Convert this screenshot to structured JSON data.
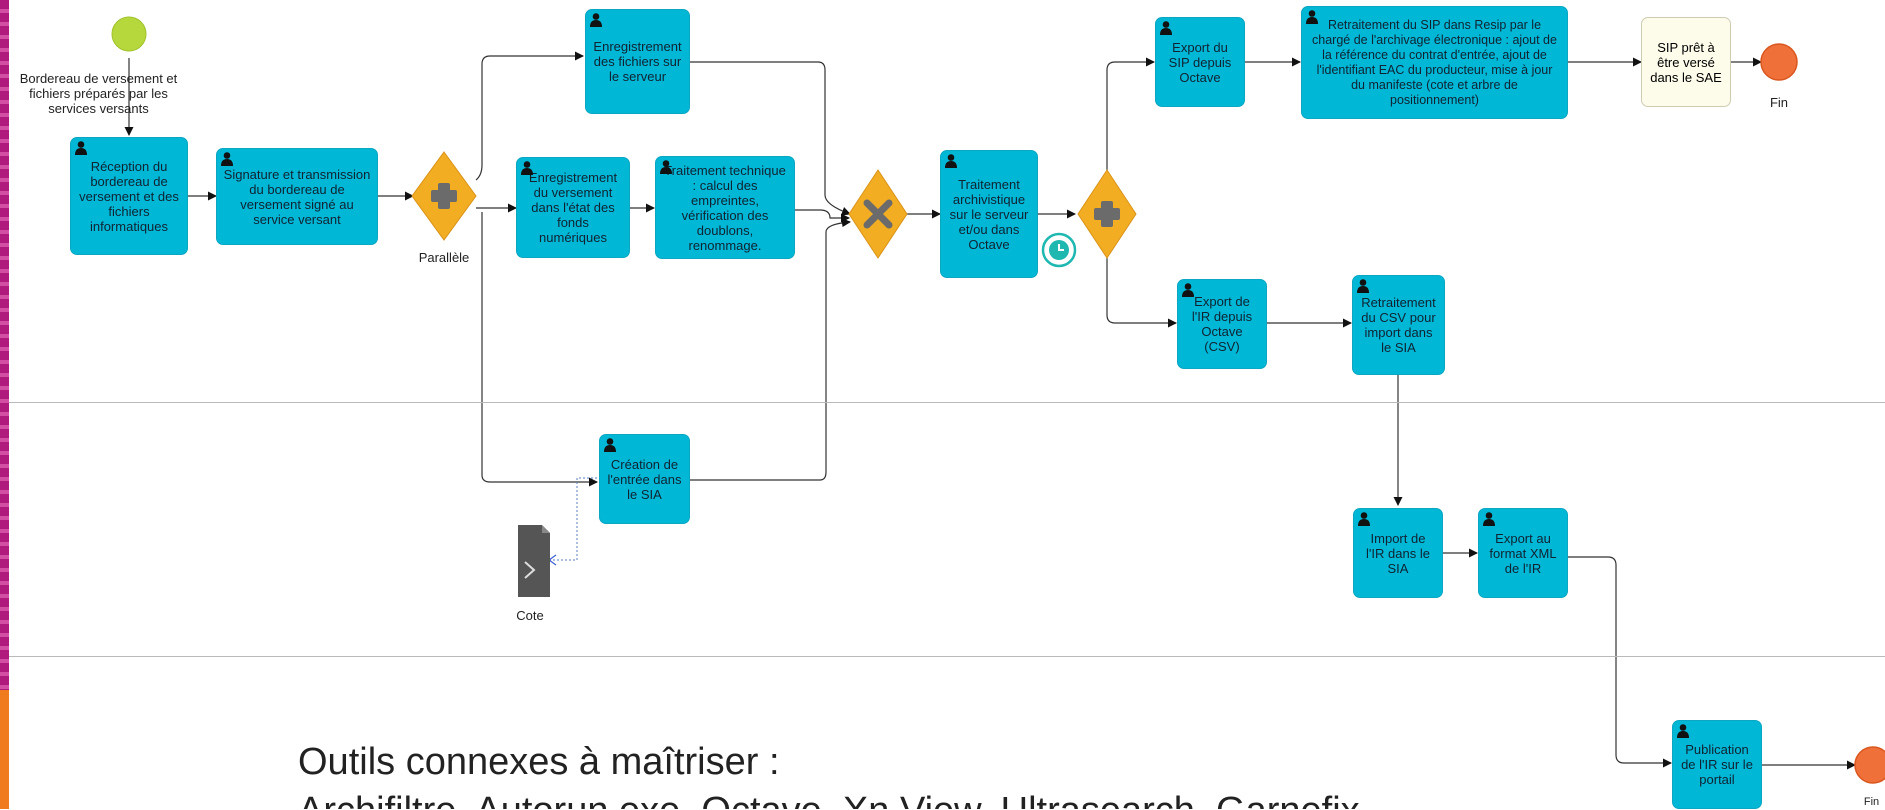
{
  "start": {
    "label": "Bordereau de versement et fichiers préparés par les services versants"
  },
  "tasks": {
    "reception": "Réception du bordereau de versement et des fichiers informatiques",
    "signature": "Signature et transmission du bordereau de versement signé au service versant",
    "enreg_fichiers": "Enregistrement des fichiers sur le serveur",
    "enreg_versement": "Enregistrement du versement dans l'état des fonds numériques",
    "traitement_tech": "Traitement technique : calcul des empreintes, vérification des doublons, renommage.",
    "traitement_arch": "Traitement archivistique sur le serveur et/ou dans Octave",
    "export_sip": "Export du SIP depuis Octave",
    "retraitement_sip": "Retraitement du SIP dans Resip par le chargé de l'archivage électronique : ajout de la référence du contrat d'entrée, ajout de l'identifiant EAC du producteur, mise à jour du manifeste (cote et arbre de positionnement)",
    "export_ir": "Export de l'IR depuis Octave (CSV)",
    "retraitement_csv": "Retraitement du CSV pour import dans le SIA",
    "creation_entree": "Création de l'entrée dans le SIA",
    "import_ir": "Import de l'IR dans le SIA",
    "export_xml": "Export au format XML de l'IR",
    "publication": "Publication de l'IR sur le portail"
  },
  "sip_ready": "SIP prêt à être versé dans le SAE",
  "gateway_label": "Parallèle",
  "data_object": "Cote",
  "end_label_1": "Fin",
  "end_label_2": "Fin",
  "footer": {
    "heading": "Outils connexes à maîtriser :",
    "tools": "Archifiltre, Autorun.exe, Octave, Xn View, Ultrasearch, Garnefix, ..."
  },
  "colors": {
    "task": "#00b8d6",
    "gateway": "#f3ad22",
    "start": "#b6d83d",
    "end": "#f0703a",
    "accent": "#b01a7c"
  }
}
